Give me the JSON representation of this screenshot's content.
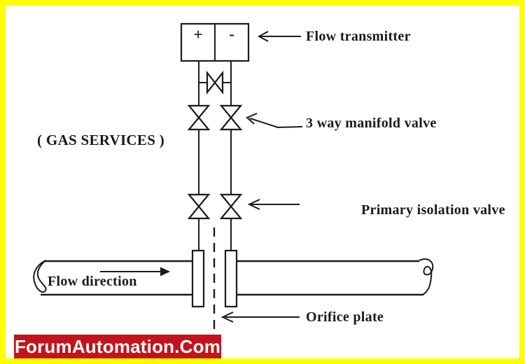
{
  "colors": {
    "paper": "#ffffff",
    "frame": "#ffff00",
    "ink": "#1a1a1a",
    "banner-bg": "#c5121c",
    "banner-text": "#ffffff"
  },
  "labels": {
    "flow_transmitter": "Flow transmitter",
    "manifold_valve": "3 way manifold valve",
    "gas_services": "( GAS SERVICES )",
    "primary_isolation_valve": "Primary isolation valve",
    "flow_direction": "Flow direction",
    "orifice_plate": "Orifice plate"
  },
  "transmitter": {
    "plus_port": "+",
    "minus_port": "-"
  },
  "watermark": {
    "text": "ForumAutomation.Com"
  }
}
